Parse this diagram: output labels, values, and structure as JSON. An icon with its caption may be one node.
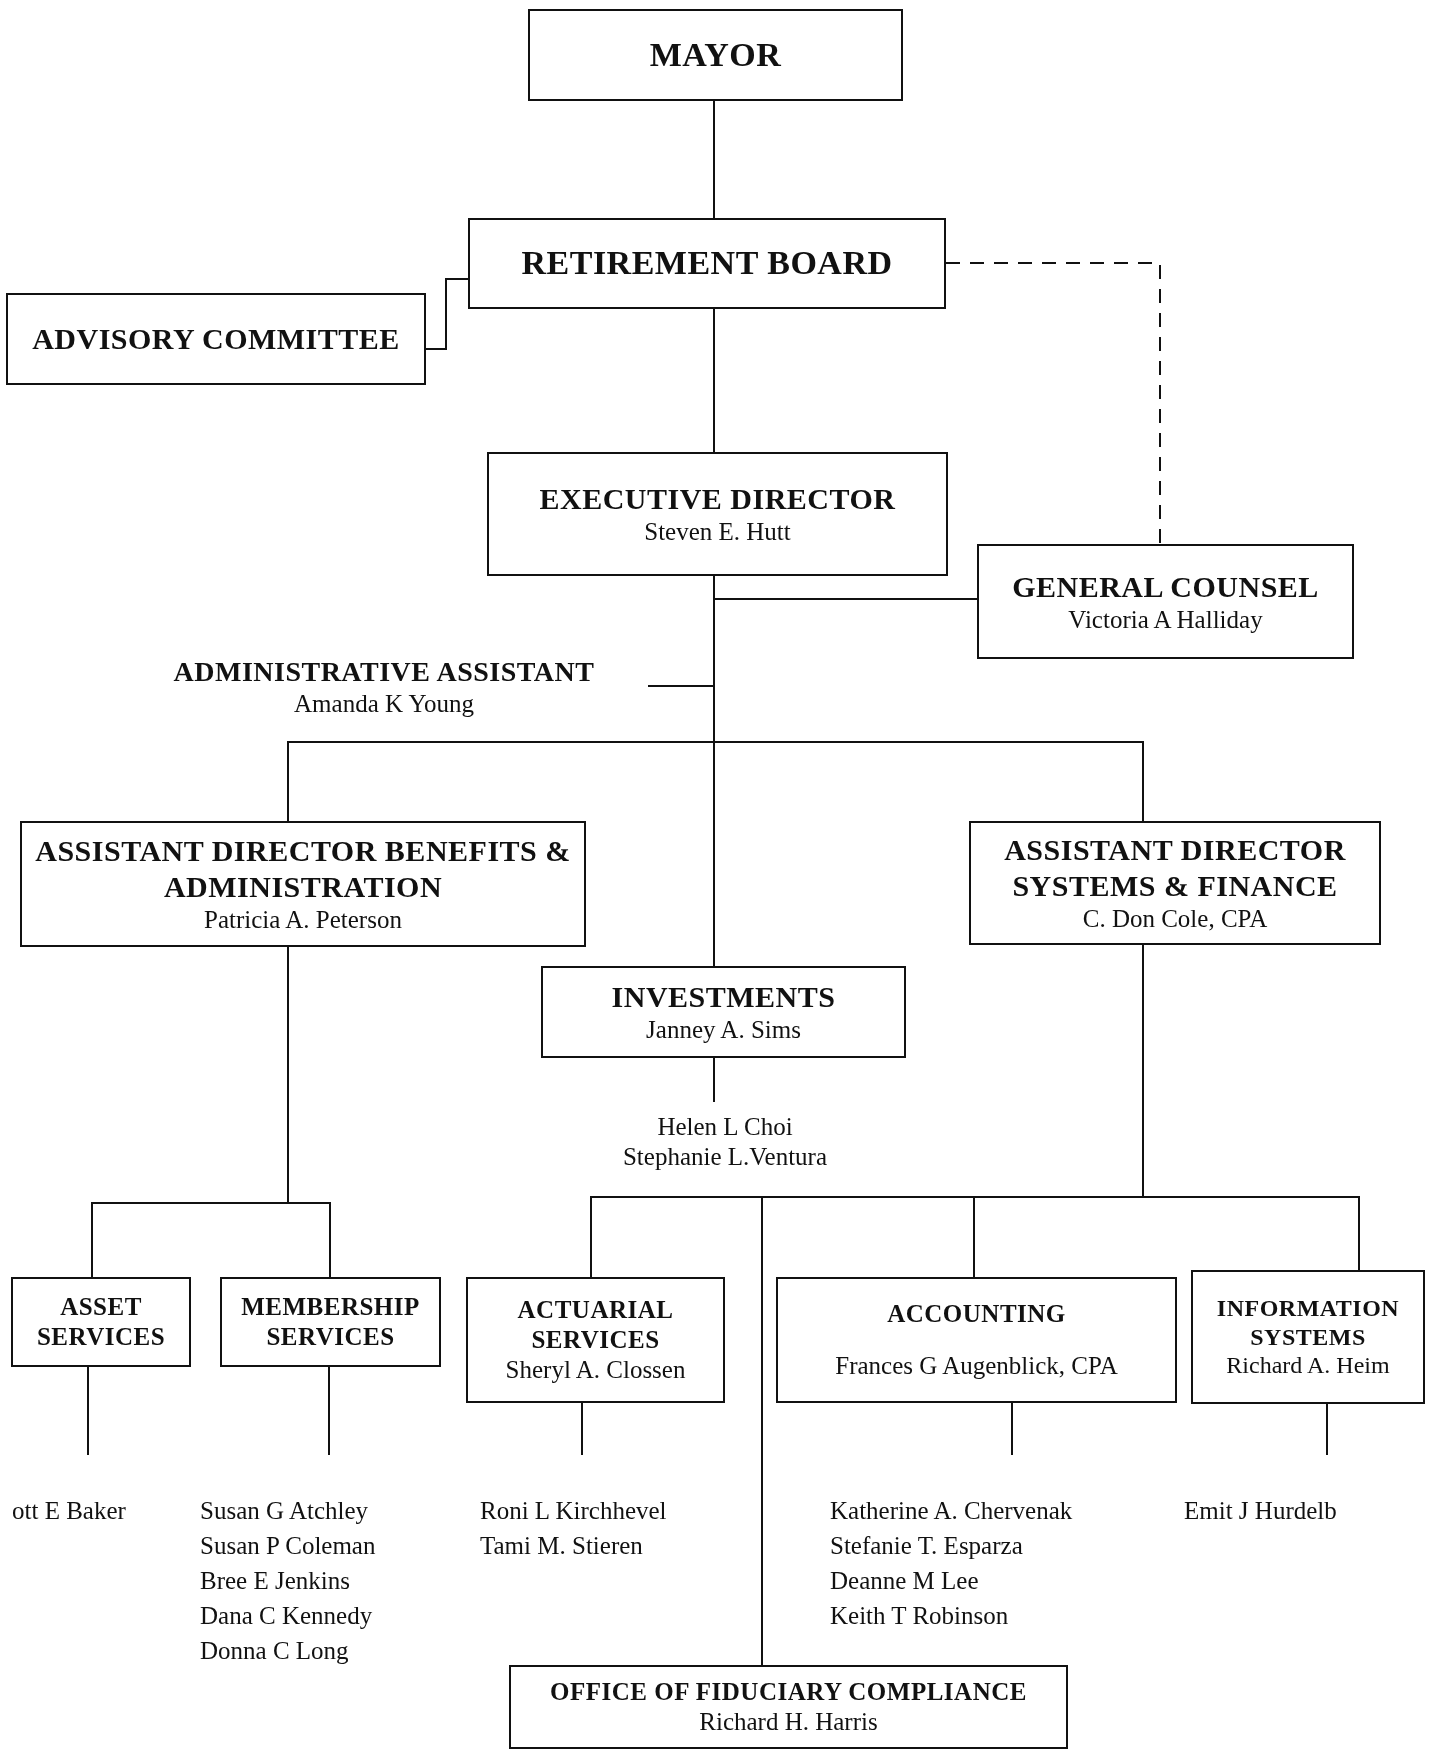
{
  "diagram": {
    "nodes": [
      {
        "text": [
          "MAYOR"
        ]
      },
      {
        "text": [
          "RETIREMENT BOARD"
        ]
      },
      {
        "text": [
          "ADVISORY COMMITTEE"
        ]
      },
      {
        "text": [
          "EXECUTIVE DIRECTOR",
          "Steven E. Hutt"
        ]
      },
      {
        "text": [
          "GENERAL COUNSEL",
          "Victoria A Halliday"
        ]
      },
      {
        "text": [
          "ADMINISTRATIVE ASSISTANT",
          "Amanda K Young"
        ]
      },
      {
        "text": [
          "ASSISTANT DIRECTOR BENEFITS & ADMINISTRATION",
          "Patricia A. Peterson"
        ]
      },
      {
        "text": [
          "ASSISTANT DIRECTOR SYSTEMS & FINANCE",
          "C. Don Cole, CPA"
        ]
      },
      {
        "text": [
          "INVESTMENTS",
          "Janney A. Sims"
        ]
      },
      {
        "text": [
          "Helen L Choi",
          "Stephanie L.Ventura"
        ]
      },
      {
        "text": [
          "ASSET SERVICES"
        ]
      },
      {
        "text": [
          "MEMBERSHIP SERVICES"
        ]
      },
      {
        "text": [
          "ACTUARIAL SERVICES",
          "Sheryl A. Clossen"
        ]
      },
      {
        "text": [
          "ACCOUNTING",
          "Frances G Augenblick, CPA"
        ]
      },
      {
        "text": [
          "INFORMATION SYSTEMS",
          "Richard A. Heim"
        ]
      },
      {
        "text": [
          "ott E Baker"
        ]
      },
      {
        "text": [
          "Susan G Atchley",
          "Susan P Coleman",
          "Bree E Jenkins",
          "Dana C Kennedy",
          "Donna C Long"
        ]
      },
      {
        "text": [
          "Roni L Kirchhevel",
          "Tami M. Stieren"
        ]
      },
      {
        "text": [
          "Katherine A. Chervenak",
          "Stefanie T. Esparza",
          "Deanne M Lee",
          "Keith T Robinson"
        ]
      },
      {
        "text": [
          "Emit J Hurdelb"
        ]
      },
      {
        "text": [
          "OFFICE OF FIDUCIARY COMPLIANCE",
          "Richard H. Harris"
        ]
      }
    ],
    "edges": [
      {
        "from": 0,
        "to": 1,
        "arrow": "none"
      },
      {
        "from": 1,
        "to": 2,
        "arrow": "none"
      },
      {
        "from": 1,
        "to": 4,
        "arrow": "none",
        "style": "dashed"
      },
      {
        "from": 1,
        "to": 3,
        "arrow": "none"
      },
      {
        "from": 3,
        "to": 4,
        "arrow": "none"
      },
      {
        "from": 3,
        "to": 5,
        "arrow": "none"
      },
      {
        "from": 3,
        "to": 6,
        "arrow": "none"
      },
      {
        "from": 3,
        "to": 7,
        "arrow": "none"
      },
      {
        "from": 3,
        "to": 8,
        "arrow": "none"
      },
      {
        "from": 8,
        "to": 9,
        "arrow": "none"
      },
      {
        "from": 6,
        "to": 10,
        "arrow": "none"
      },
      {
        "from": 6,
        "to": 11,
        "arrow": "none"
      },
      {
        "from": 7,
        "to": 12,
        "arrow": "none"
      },
      {
        "from": 7,
        "to": 13,
        "arrow": "none"
      },
      {
        "from": 7,
        "to": 14,
        "arrow": "none"
      },
      {
        "from": 7,
        "to": 20,
        "arrow": "none"
      },
      {
        "from": 10,
        "to": 15,
        "arrow": "none"
      },
      {
        "from": 11,
        "to": 16,
        "arrow": "none"
      },
      {
        "from": 12,
        "to": 17,
        "arrow": "none"
      },
      {
        "from": 13,
        "to": 18,
        "arrow": "none"
      },
      {
        "from": 14,
        "to": 19,
        "arrow": "none"
      }
    ]
  }
}
